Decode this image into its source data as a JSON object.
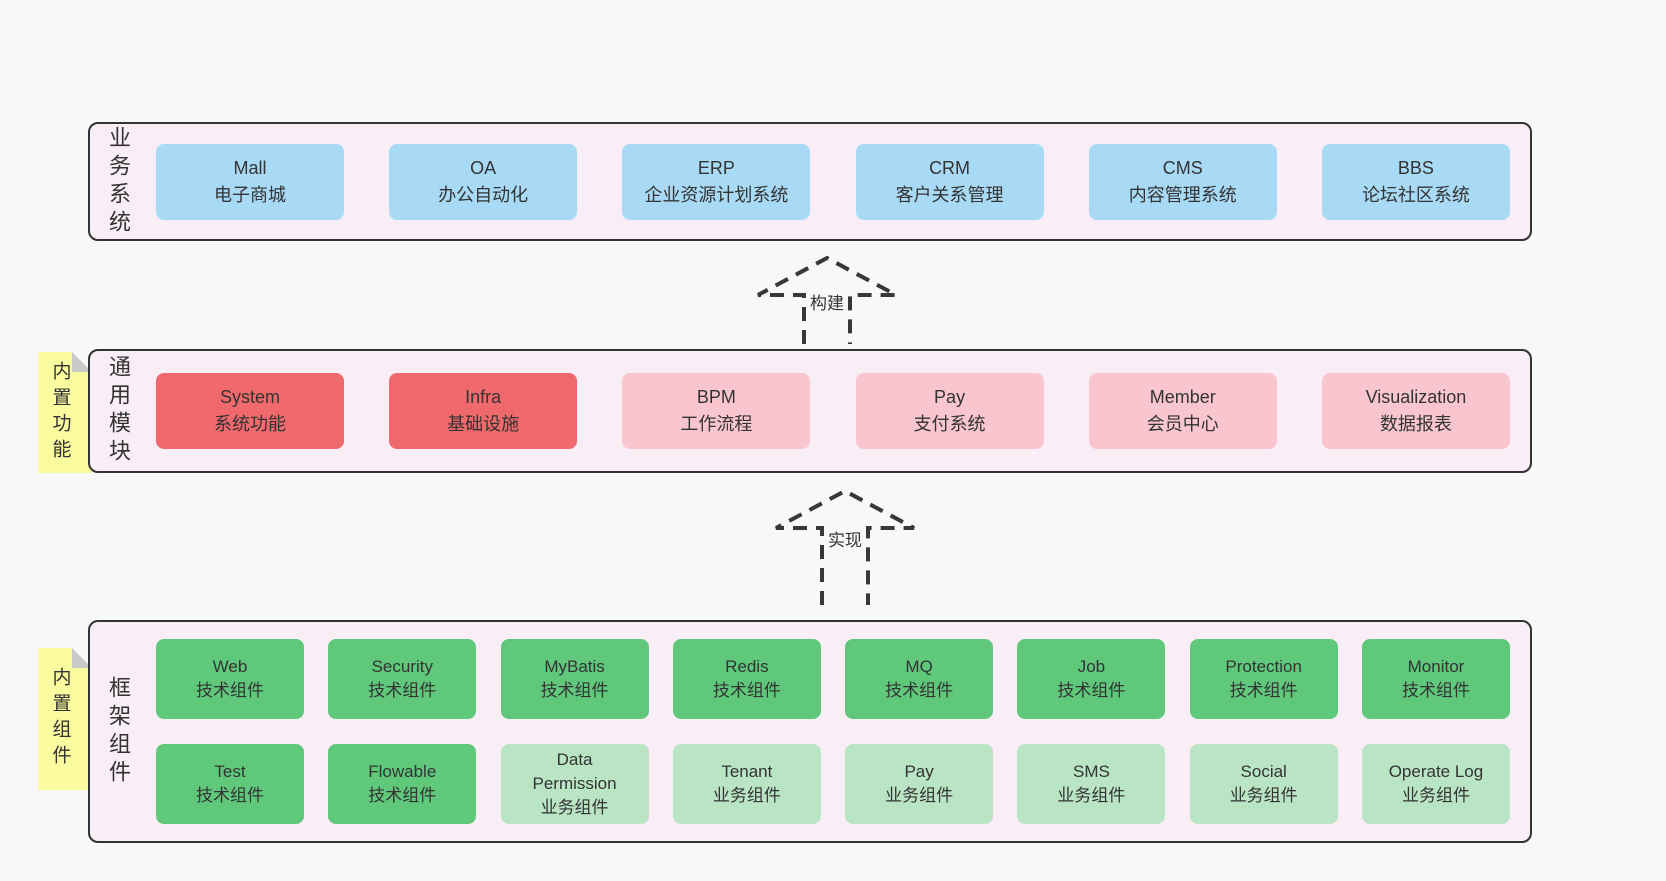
{
  "business": {
    "label": "业务系统",
    "boxes": [
      {
        "title": "Mall",
        "subtitle": "电子商城"
      },
      {
        "title": "OA",
        "subtitle": "办公自动化"
      },
      {
        "title": "ERP",
        "subtitle": "企业资源计划系统"
      },
      {
        "title": "CRM",
        "subtitle": "客户关系管理"
      },
      {
        "title": "CMS",
        "subtitle": "内容管理系统"
      },
      {
        "title": "BBS",
        "subtitle": "论坛社区系统"
      }
    ]
  },
  "arrows": {
    "build": "构建",
    "implement": "实现"
  },
  "modules": {
    "label": "通用模块",
    "note": "内置功能",
    "boxes": [
      {
        "title": "System",
        "subtitle": "系统功能"
      },
      {
        "title": "Infra",
        "subtitle": "基础设施"
      },
      {
        "title": "BPM",
        "subtitle": "工作流程"
      },
      {
        "title": "Pay",
        "subtitle": "支付系统"
      },
      {
        "title": "Member",
        "subtitle": "会员中心"
      },
      {
        "title": "Visualization",
        "subtitle": "数据报表"
      }
    ]
  },
  "framework": {
    "label": "框架组件",
    "note": "内置组件",
    "row1": [
      {
        "title": "Web",
        "subtitle": "技术组件"
      },
      {
        "title": "Security",
        "subtitle": "技术组件"
      },
      {
        "title": "MyBatis",
        "subtitle": "技术组件"
      },
      {
        "title": "Redis",
        "subtitle": "技术组件"
      },
      {
        "title": "MQ",
        "subtitle": "技术组件"
      },
      {
        "title": "Job",
        "subtitle": "技术组件"
      },
      {
        "title": "Protection",
        "subtitle": "技术组件"
      },
      {
        "title": "Monitor",
        "subtitle": "技术组件"
      }
    ],
    "row2": [
      {
        "title": "Test",
        "subtitle": "技术组件"
      },
      {
        "title": "Flowable",
        "subtitle": "技术组件"
      },
      {
        "title": "Data Permission",
        "subtitle": "业务组件"
      },
      {
        "title": "Tenant",
        "subtitle": "业务组件"
      },
      {
        "title": "Pay",
        "subtitle": "业务组件"
      },
      {
        "title": "SMS",
        "subtitle": "业务组件"
      },
      {
        "title": "Social",
        "subtitle": "业务组件"
      },
      {
        "title": "Operate Log",
        "subtitle": "业务组件"
      }
    ]
  },
  "colors": {
    "page_background": "#f8f8f8",
    "panel_fill": "#f9edf6",
    "panel_border": "#333333",
    "blue_box": "#a8daf5",
    "red_box": "#f0696c",
    "pink_box": "#f9c6cf",
    "green_box": "#5fc87b",
    "light_green_box": "#b9e5c5",
    "sticky_note": "#fafa9e",
    "note_fold": "#c9c9c9",
    "text": "#333333"
  }
}
